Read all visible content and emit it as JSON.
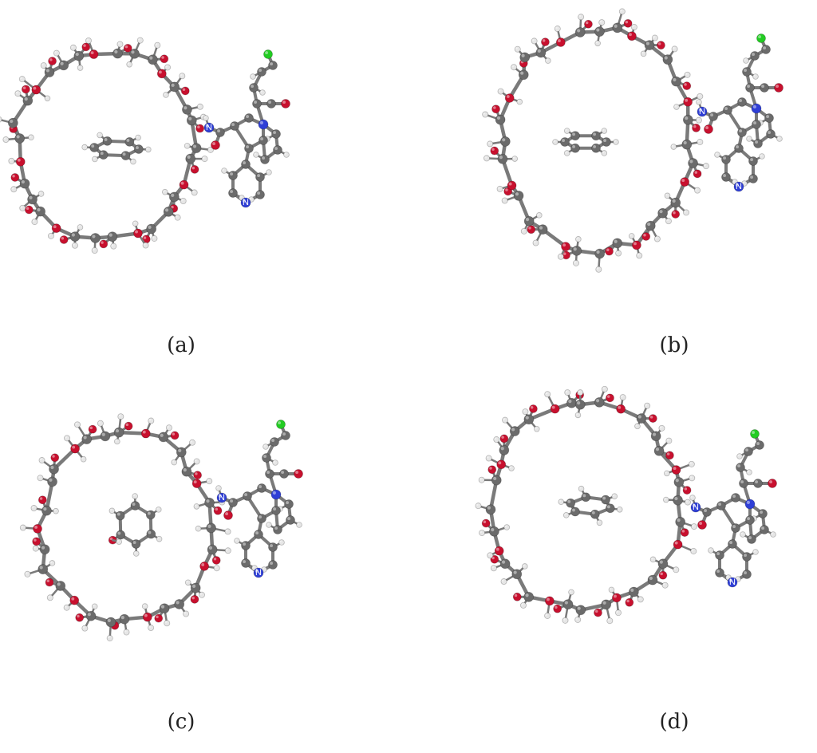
{
  "figure": {
    "panels": [
      {
        "id": "a",
        "caption": "(a)"
      },
      {
        "id": "b",
        "caption": "(b)"
      },
      {
        "id": "c",
        "caption": "(c)"
      },
      {
        "id": "d",
        "caption": "(d)"
      }
    ],
    "atom_labels": {
      "nitrogen": "N",
      "nitrogen_amide": "N"
    },
    "colors": {
      "carbon": "#6b6b6b",
      "carbon_dark": "#3f3f3f",
      "oxygen": "#c8102e",
      "hydrogen": "#e6e6e6",
      "nitrogen": "#2f3fd6",
      "chlorine": "#22cc22",
      "bond": "#7a7a7a"
    }
  }
}
